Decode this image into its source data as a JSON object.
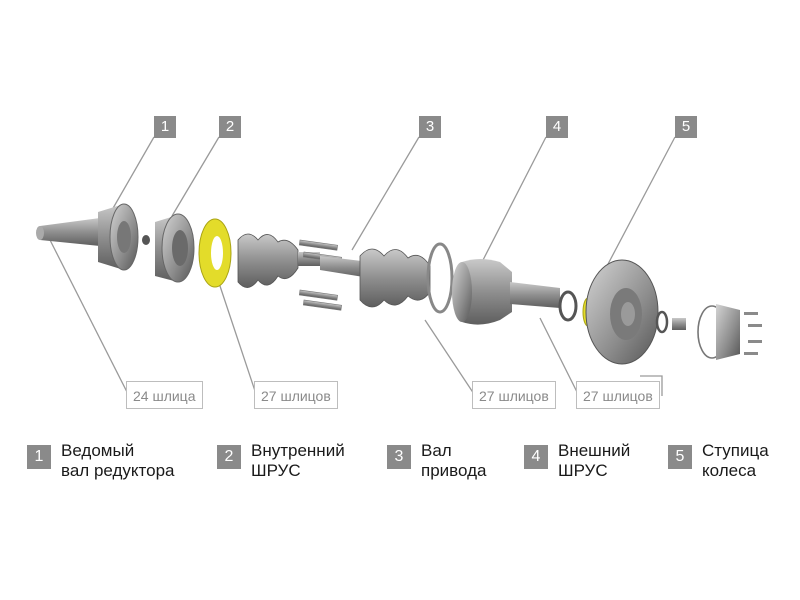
{
  "callouts": [
    "1",
    "2",
    "3",
    "4",
    "5"
  ],
  "spline_labels": [
    "24 шлица",
    "27 шлицов",
    "27 шлицов",
    "27 шлицов"
  ],
  "legend": [
    {
      "num": "1",
      "line1": "Ведомый",
      "line2": "вал редуктора"
    },
    {
      "num": "2",
      "line1": "Внутренний",
      "line2": "ШРУС"
    },
    {
      "num": "3",
      "line1": "Вал",
      "line2": "привода"
    },
    {
      "num": "4",
      "line1": "Внешний",
      "line2": "ШРУС"
    },
    {
      "num": "5",
      "line1": "Ступица",
      "line2": "колеса"
    }
  ],
  "colors": {
    "gray_box": "#8a8a8a",
    "highlight_ring": "#e3dc2a",
    "part_gray": "#7d7d7d",
    "leader": "#9a9a9a"
  }
}
